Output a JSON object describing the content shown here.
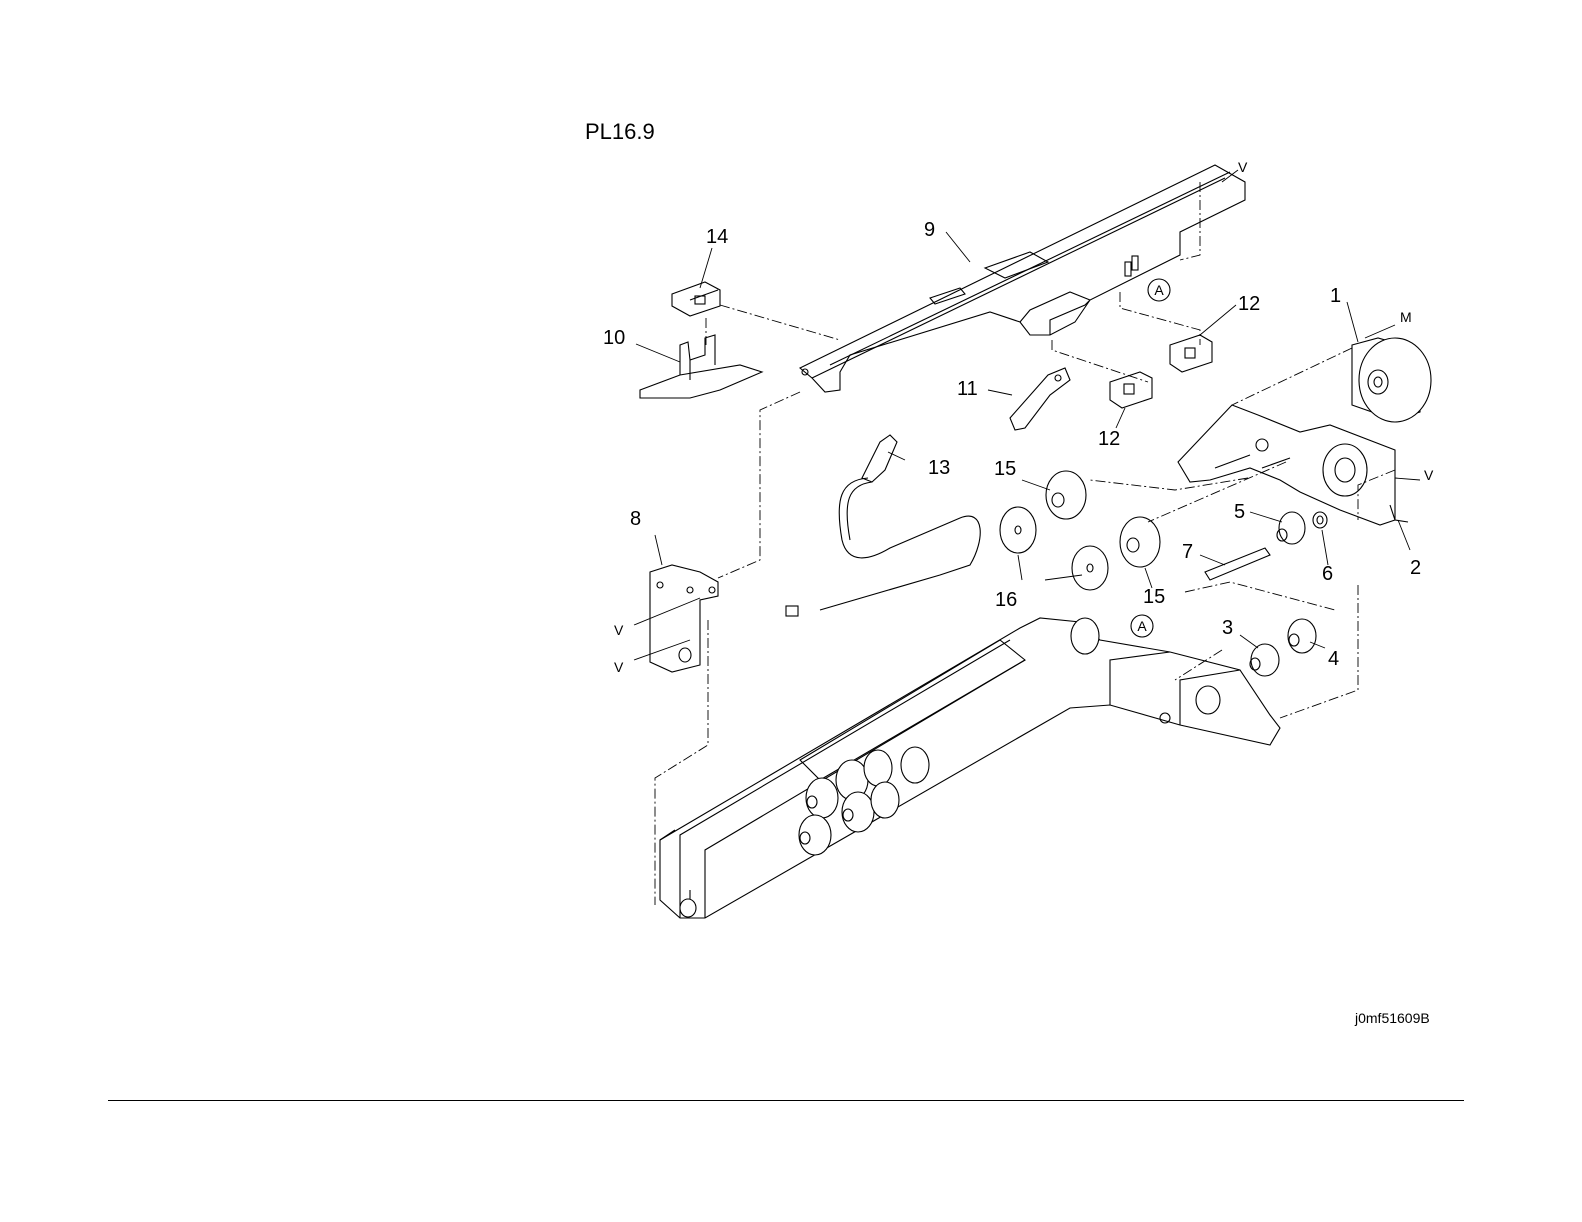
{
  "plate": {
    "title": "PL16.9"
  },
  "drawing_id": "j0mf51609B",
  "marks": {
    "v": "V",
    "m": "M",
    "a": "A"
  },
  "callouts": [
    {
      "label": "1"
    },
    {
      "label": "2"
    },
    {
      "label": "3"
    },
    {
      "label": "4"
    },
    {
      "label": "5"
    },
    {
      "label": "6"
    },
    {
      "label": "7"
    },
    {
      "label": "8"
    },
    {
      "label": "9"
    },
    {
      "label": "10"
    },
    {
      "label": "11"
    },
    {
      "label": "12"
    },
    {
      "label": "12"
    },
    {
      "label": "13"
    },
    {
      "label": "14"
    },
    {
      "label": "15"
    },
    {
      "label": "15"
    },
    {
      "label": "16"
    }
  ]
}
